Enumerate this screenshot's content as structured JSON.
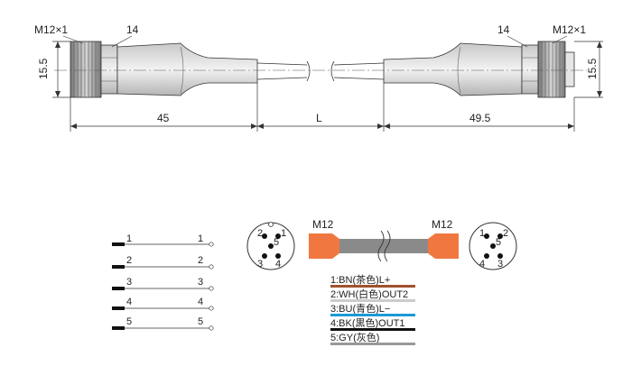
{
  "drawing": {
    "left": {
      "thread": "M12×1",
      "wrench": "14",
      "height": "15.5",
      "length": "45"
    },
    "middle": {
      "length": "L"
    },
    "right": {
      "thread": "M12×1",
      "wrench": "14",
      "height": "15.5",
      "length": "49.5"
    }
  },
  "schematic": {
    "pins_left": [
      "1",
      "2",
      "3",
      "4",
      "5"
    ],
    "pins_right": [
      "1",
      "2",
      "3",
      "4",
      "5"
    ]
  },
  "connectors": {
    "left_label": "M12",
    "right_label": "M12",
    "left_face_pins": [
      "2",
      "1",
      "5",
      "3",
      "4"
    ],
    "right_face_pins": [
      "1",
      "2",
      "5",
      "4",
      "3"
    ],
    "body_color": "#f07840",
    "cable_color": "#8a8a8a"
  },
  "legend": [
    {
      "text": "1:BN(茶色)L+",
      "color": "#a0522d"
    },
    {
      "text": "2:WH(白色)OUT2",
      "color": "#cccccc"
    },
    {
      "text": "3:BU(青色)L−",
      "color": "#1a9ad6"
    },
    {
      "text": "4:BK(黒色)OUT1",
      "color": "#111111"
    },
    {
      "text": "5:GY(灰色)",
      "color": "#999999"
    }
  ]
}
